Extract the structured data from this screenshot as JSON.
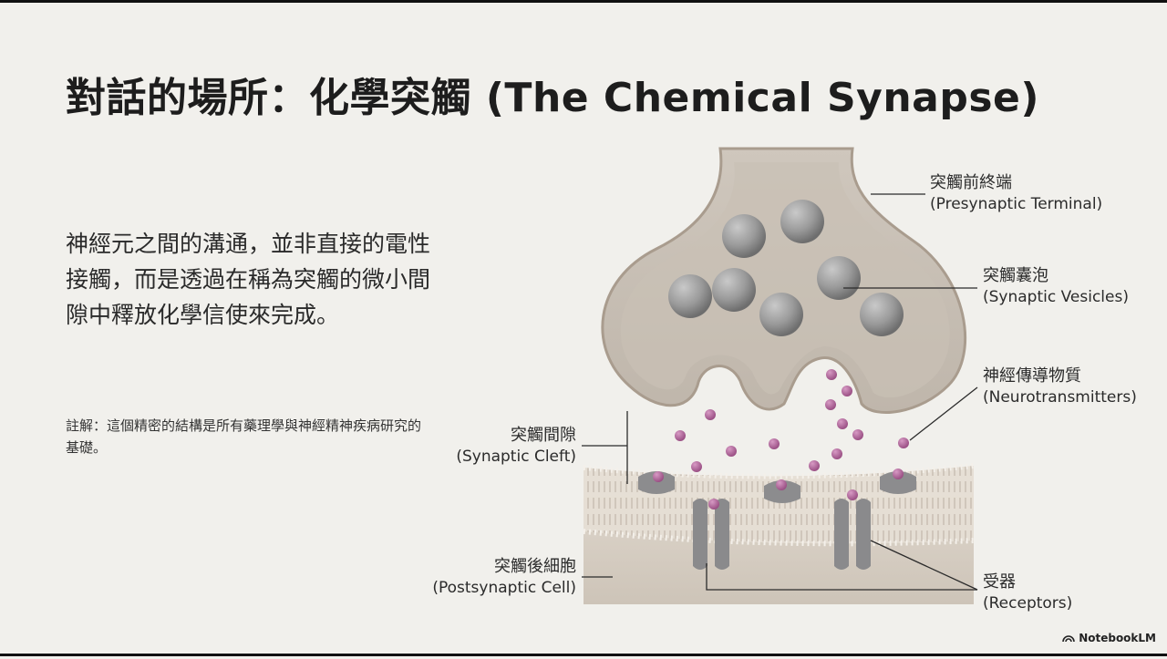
{
  "slide": {
    "title": "對話的場所：化學突觸 (The Chemical Synapse)",
    "body": "神經元之間的溝通，並非直接的電性接觸，而是透過在稱為突觸的微小間隙中釋放化學信使來完成。",
    "note": "註解：這個精密的結構是所有藥理學與神經精神疾病研究的基礎。"
  },
  "labels": {
    "presynaptic": {
      "zh": "突觸前終端",
      "en": "(Presynaptic Terminal)"
    },
    "vesicles": {
      "zh": "突觸囊泡",
      "en": "(Synaptic Vesicles)"
    },
    "neurotransmitters": {
      "zh": "神經傳導物質",
      "en": "(Neurotransmitters)"
    },
    "cleft": {
      "zh": "突觸間隙",
      "en": "(Synaptic Cleft)"
    },
    "postsynaptic": {
      "zh": "突觸後細胞",
      "en": "(Postsynaptic Cell)"
    },
    "receptors": {
      "zh": "受器",
      "en": "(Receptors)"
    }
  },
  "brand": {
    "name": "NotebookLM",
    "icon": "notebooklm-logo-icon"
  },
  "colors": {
    "background": "#f1f0ec",
    "membrane": "#d8d0c6",
    "vesicle": "#8e8e8e",
    "neurotransmitter": "#b0689a",
    "receptor": "#8a8a8c"
  }
}
